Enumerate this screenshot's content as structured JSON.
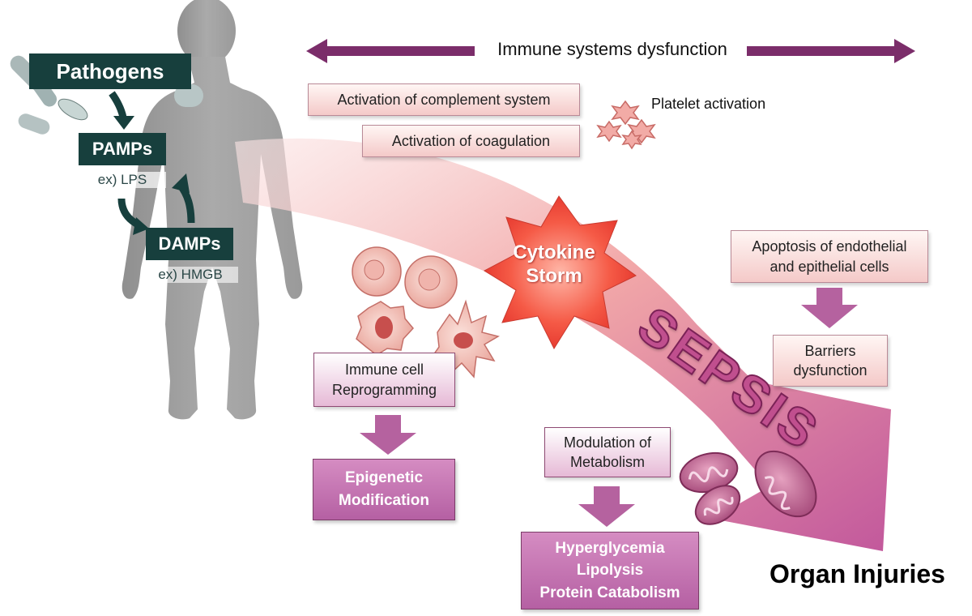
{
  "top_banner": {
    "label": "Immune systems dysfunction"
  },
  "triggers": {
    "pathogens": "Pathogens",
    "pamps": "PAMPs",
    "pamps_example": "ex) LPS",
    "damps": "DAMPs",
    "damps_example": "ex) HMGB"
  },
  "activation": {
    "complement": "Activation of complement system",
    "coagulation": "Activation of coagulation",
    "platelet": "Platelet activation"
  },
  "storm": {
    "label": "Cytokine\nStorm"
  },
  "main_arrow": {
    "label": "SEPSIS",
    "target": "Organ Injuries"
  },
  "immune_path": {
    "reprogramming": "Immune cell\nReprogramming",
    "result": "Epigenetic\nModification"
  },
  "metabolism_path": {
    "modulation": "Modulation of\nMetabolism",
    "result": "Hyperglycemia\nLipolysis\nProtein Catabolism"
  },
  "barrier_path": {
    "apoptosis": "Apoptosis of endothelial\nand epithelial cells",
    "result": "Barriers\ndysfunction"
  },
  "colors": {
    "teal": "#173f3d",
    "purple_arrow": "#7b2d6a",
    "storm_red": "#f0453a",
    "pink_box": "#f4c9c8",
    "magenta_box": "#b560a3"
  }
}
